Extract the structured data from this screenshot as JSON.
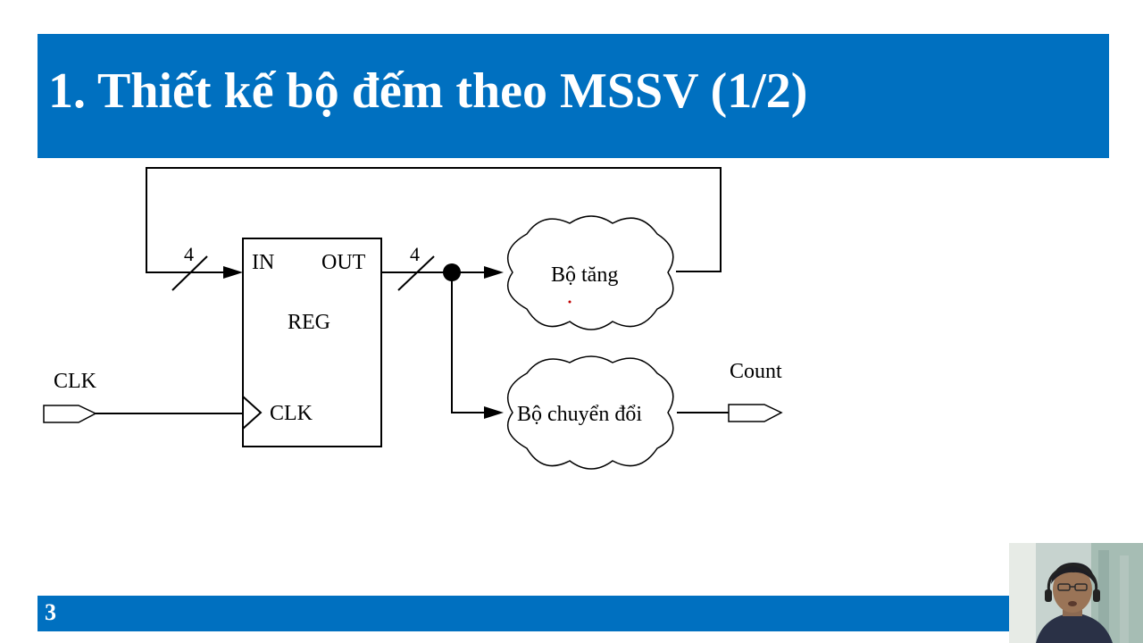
{
  "slide": {
    "title": "1. Thiết kế bộ đếm theo MSSV (1/2)",
    "page_number": "3"
  },
  "diagram": {
    "register": {
      "name": "REG",
      "in_port": "IN",
      "out_port": "OUT",
      "clk_port": "CLK"
    },
    "bus_width_in": "4",
    "bus_width_out": "4",
    "clk_input": "CLK",
    "incrementer": "Bộ tăng",
    "converter": "Bộ chuyển đổi",
    "count_output": "Count"
  },
  "colors": {
    "accent": "#0070c0",
    "background": "#ffffff",
    "line": "#000000"
  }
}
